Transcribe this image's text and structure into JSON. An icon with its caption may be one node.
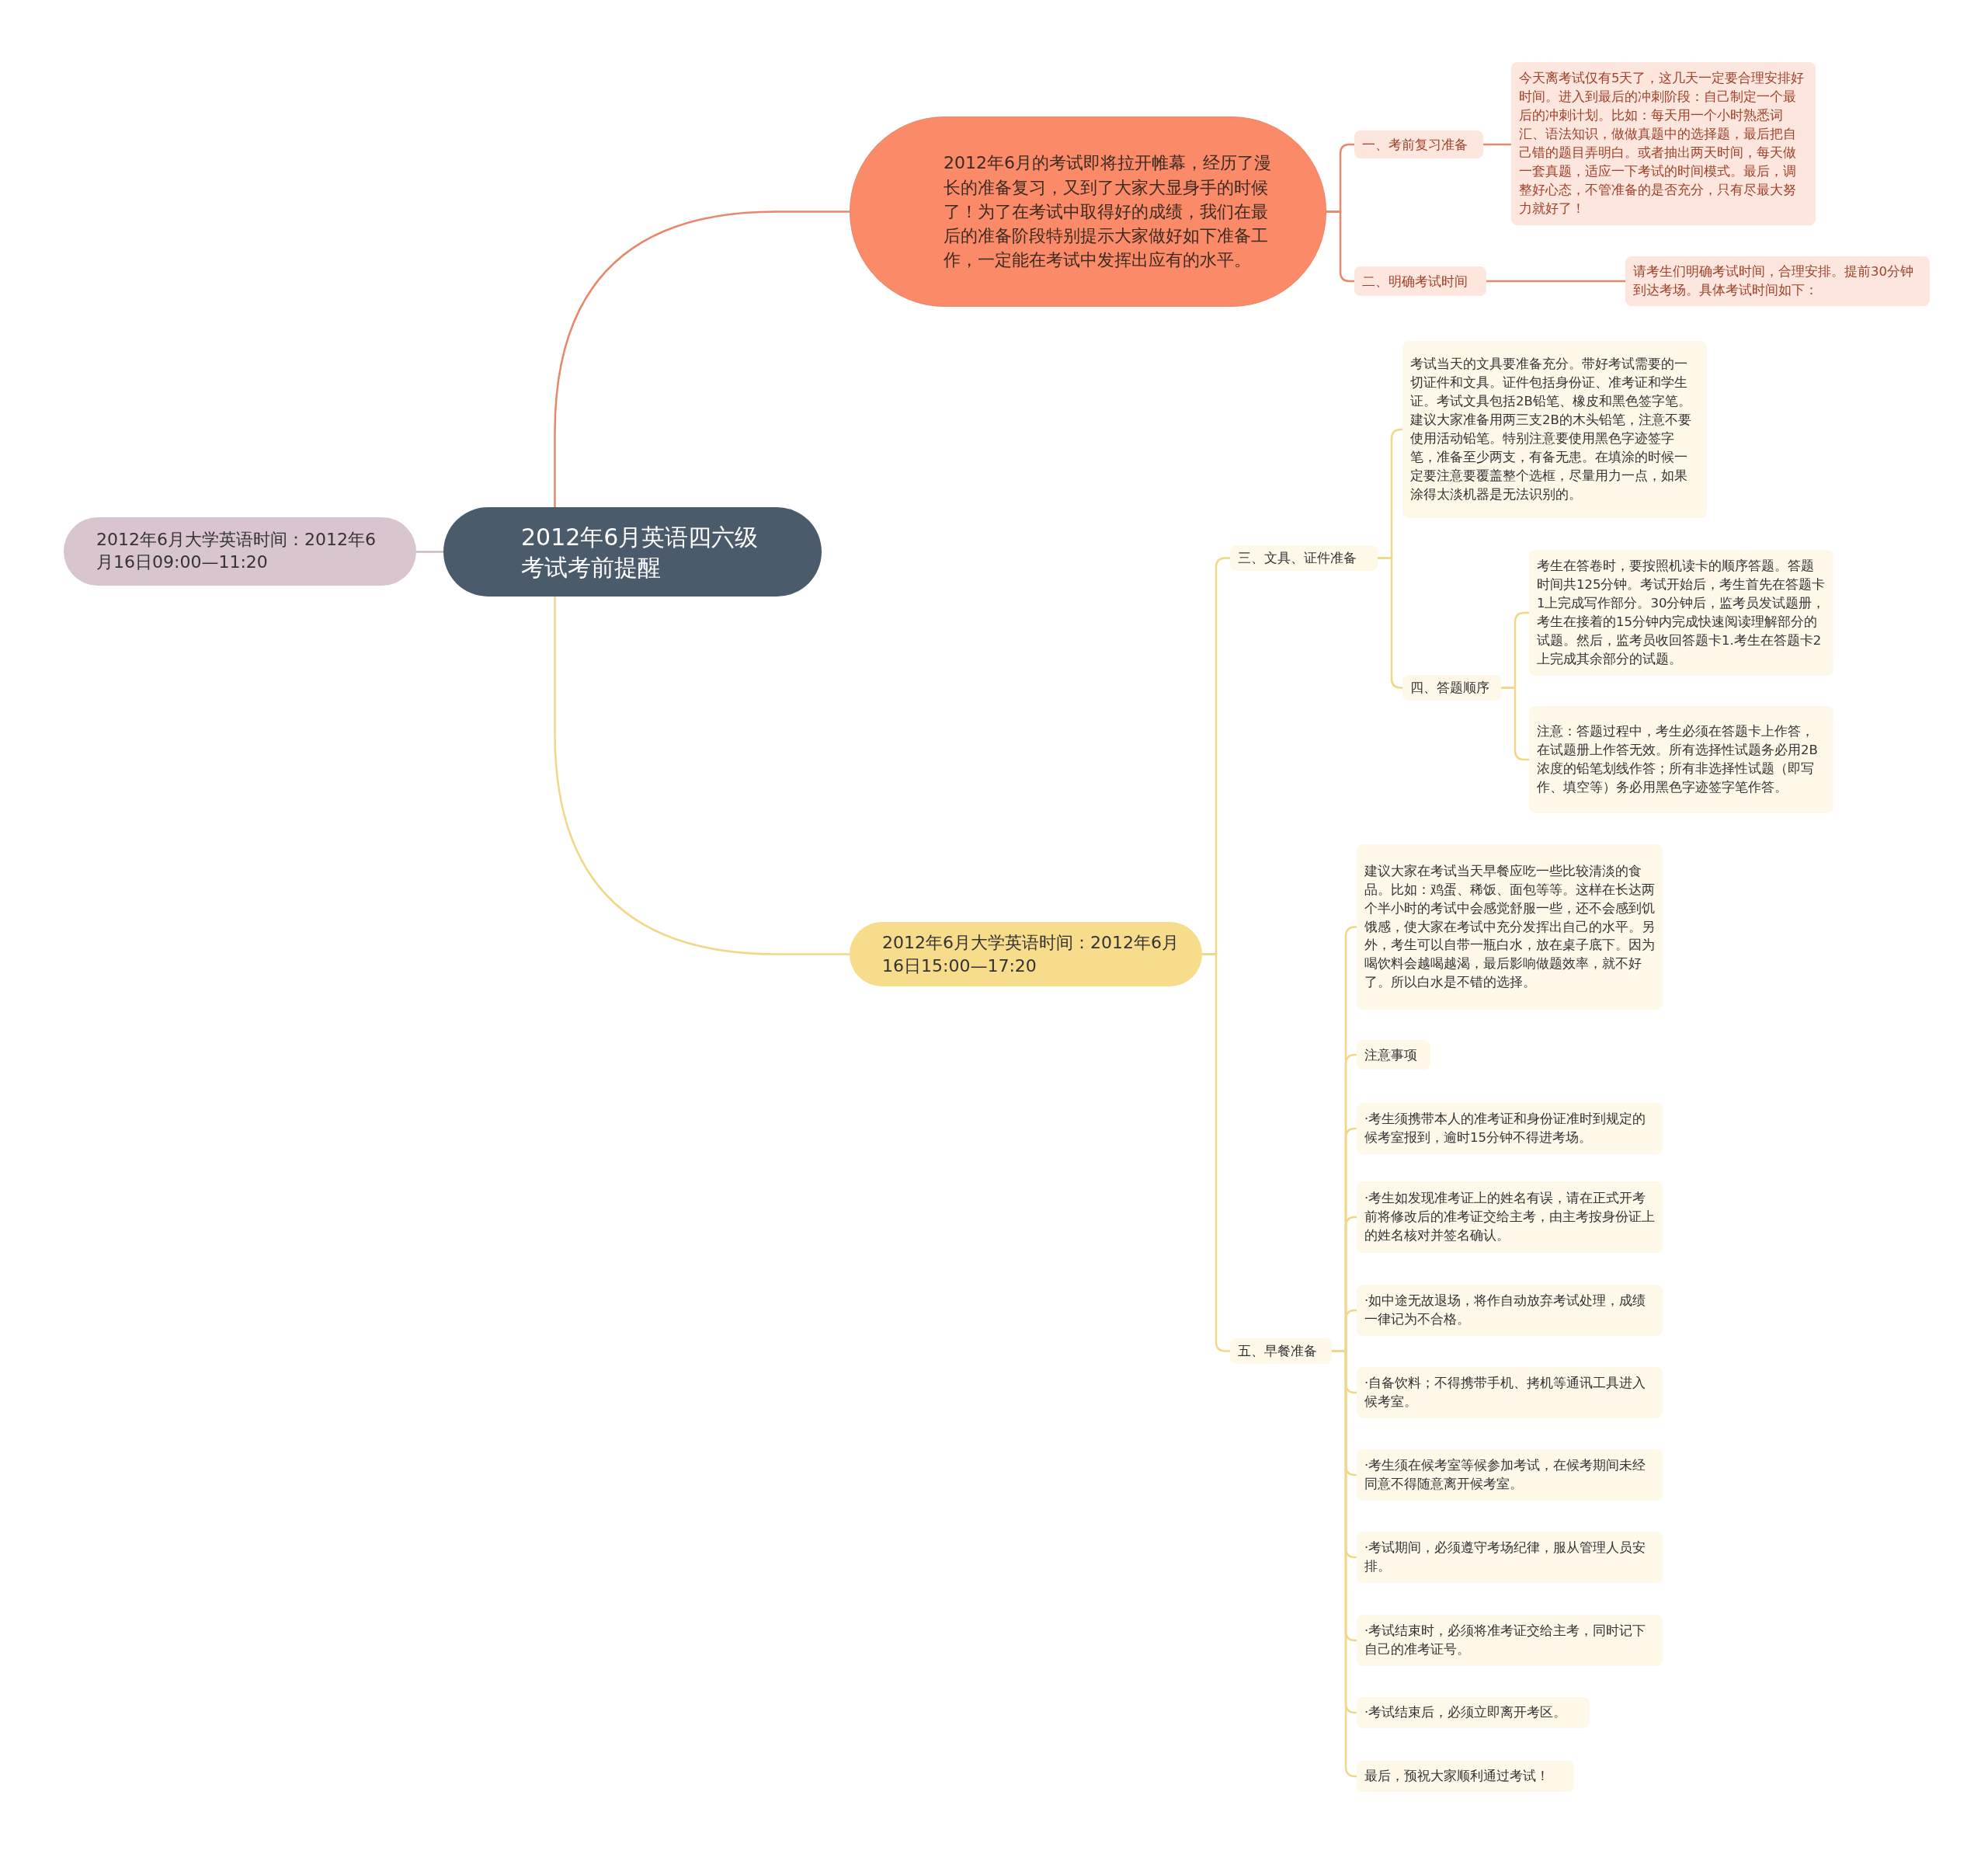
{
  "diagram": {
    "nodes": [
      {
        "text": [
          "2012年6月英语四六级考试考前提醒"
        ]
      },
      {
        "text": [
          "2012年6月大学英语时间：2012年6月16日09:00—11:20"
        ]
      },
      {
        "text": [
          "2012年6月的考试即将拉开帷幕，经历了漫长的准备复习，又到了大家大显身手的时候了！为了在考试中取得好的成绩，我们在最后的准备阶段特别提示大家做好如下准备工作，一定能在考试中发挥出应有的水平。"
        ]
      },
      {
        "text": [
          "一、考前复习准备"
        ]
      },
      {
        "text": [
          "今天离考试仅有5天了，这几天一定要合理安排好时间。进入到最后的冲刺阶段：自己制定一个最后的冲刺计划。比如：每天用一个小时熟悉词汇、语法知识，做做真题中的选择题，最后把自己错的题目弄明白。或者抽出两天时间，每天做一套真题，适应一下考试的时间模式。最后，调整好心态，不管准备的是否充分，只有尽最大努力就好了！"
        ]
      },
      {
        "text": [
          "二、明确考试时间"
        ]
      },
      {
        "text": [
          "请考生们明确考试时间，合理安排。提前30分钟到达考场。具体考试时间如下："
        ]
      },
      {
        "text": [
          "2012年6月大学英语时间：2012年6月16日15:00—17:20"
        ]
      },
      {
        "text": [
          "三、文具、证件准备"
        ]
      },
      {
        "text": [
          "考试当天的文具要准备充分。带好考试需要的一切证件和文具。证件包括身份证、准考证和学生证。考试文具包括2B铅笔、橡皮和黑色签字笔。建议大家准备用两三支2B的木头铅笔，注意不要使用活动铅笔。特别注意要使用黑色字迹签字笔，准备至少两支，有备无患。在填涂的时候一定要注意要覆盖整个选框，尽量用力一点，如果涂得太淡机器是无法识别的。"
        ]
      },
      {
        "text": [
          "四、答题顺序"
        ]
      },
      {
        "text": [
          "考生在答卷时，要按照机读卡的顺序答题。答题时间共125分钟。考试开始后，考生首先在答题卡1上完成写作部分。30分钟后，监考员发试题册，考生在接着的15分钟内完成快速阅读理解部分的试题。然后，监考员收回答题卡1.考生在答题卡2上完成其余部分的试题。"
        ]
      },
      {
        "text": [
          "注意：答题过程中，考生必须在答题卡上作答，在试题册上作答无效。所有选择性试题务必用2B浓度的铅笔划线作答；所有非选择性试题（即写作、填空等）务必用黑色字迹签字笔作答。"
        ]
      },
      {
        "text": [
          "五、早餐准备"
        ]
      },
      {
        "text": [
          "建议大家在考试当天早餐应吃一些比较清淡的食品。比如：鸡蛋、稀饭、面包等等。这样在长达两个半小时的考试中会感觉舒服一些，还不会感到饥饿感，使大家在考试中充分发挥出自己的水平。另外，考生可以自带一瓶白水，放在桌子底下。因为喝饮料会越喝越渴，最后影响做题效率，就不好了。所以白水是不错的选择。"
        ]
      },
      {
        "text": [
          "注意事项"
        ]
      },
      {
        "text": [
          "·考生须携带本人的准考证和身份证准时到规定的候考室报到，逾时15分钟不得进考场。"
        ]
      },
      {
        "text": [
          "·考生如发现准考证上的姓名有误，请在正式开考前将修改后的准考证交给主考，由主考按身份证上的姓名核对并签名确认。"
        ]
      },
      {
        "text": [
          "·如中途无故退场，将作自动放弃考试处理，成绩一律记为不合格。"
        ]
      },
      {
        "text": [
          "·自备饮料；不得携带手机、拷机等通讯工具进入候考室。"
        ]
      },
      {
        "text": [
          "·考生须在候考室等候参加考试，在候考期间未经同意不得随意离开候考室。"
        ]
      },
      {
        "text": [
          "·考试期间，必须遵守考场纪律，服从管理人员安排。"
        ]
      },
      {
        "text": [
          "·考试结束时，必须将准考证交给主考，同时记下自己的准考证号。"
        ]
      },
      {
        "text": [
          "·考试结束后，必须立即离开考区。"
        ]
      },
      {
        "text": [
          "最后，预祝大家顺利通过考试！"
        ]
      }
    ],
    "edges": [
      {
        "from": 0,
        "to": 1,
        "arrow": "none",
        "color": "#cdb9c3"
      },
      {
        "from": 0,
        "to": 2,
        "arrow": "none",
        "color": "#e8876a"
      },
      {
        "from": 2,
        "to": 3,
        "arrow": "none",
        "color": "#e8876a"
      },
      {
        "from": 3,
        "to": 4,
        "arrow": "none",
        "color": "#e8876a"
      },
      {
        "from": 2,
        "to": 5,
        "arrow": "none",
        "color": "#e8876a"
      },
      {
        "from": 5,
        "to": 6,
        "arrow": "none",
        "color": "#e8876a"
      },
      {
        "from": 0,
        "to": 7,
        "arrow": "none"
      },
      {
        "from": 7,
        "to": 8,
        "arrow": "none"
      },
      {
        "from": 8,
        "to": 9,
        "arrow": "none"
      },
      {
        "from": 8,
        "to": 10,
        "arrow": "none"
      },
      {
        "from": 10,
        "to": 11,
        "arrow": "none"
      },
      {
        "from": 10,
        "to": 12,
        "arrow": "none"
      },
      {
        "from": 7,
        "to": 13,
        "arrow": "none"
      },
      {
        "from": 13,
        "to": 14,
        "arrow": "none"
      },
      {
        "from": 13,
        "to": 15,
        "arrow": "none"
      },
      {
        "from": 13,
        "to": 16,
        "arrow": "none"
      },
      {
        "from": 13,
        "to": 17,
        "arrow": "none"
      },
      {
        "from": 13,
        "to": 18,
        "arrow": "none"
      },
      {
        "from": 13,
        "to": 19,
        "arrow": "none"
      },
      {
        "from": 13,
        "to": 20,
        "arrow": "none"
      },
      {
        "from": 13,
        "to": 21,
        "arrow": "none"
      },
      {
        "from": 13,
        "to": 22,
        "arrow": "none"
      },
      {
        "from": 13,
        "to": 23,
        "arrow": "none"
      },
      {
        "from": 13,
        "to": 24,
        "arrow": "none"
      }
    ]
  }
}
